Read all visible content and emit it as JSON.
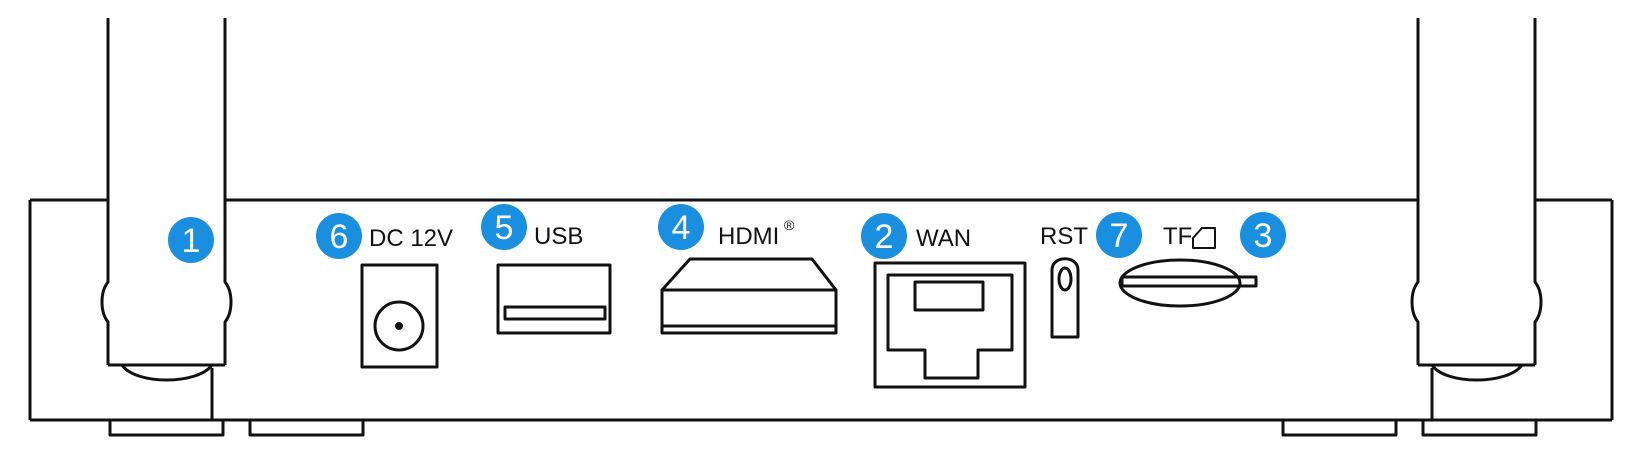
{
  "badge_color": "#1a8fe0",
  "line_color": "#111111",
  "labels": {
    "dc": "DC 12V",
    "usb": "USB",
    "hdmi": "HDMI",
    "hdmi_mark": "®",
    "wan": "WAN",
    "rst": "RST",
    "tf": "TF"
  },
  "badges": {
    "antenna_left": "1",
    "wan": "2",
    "tf": "3",
    "hdmi": "4",
    "usb": "5",
    "dc": "6",
    "rst": "7"
  }
}
